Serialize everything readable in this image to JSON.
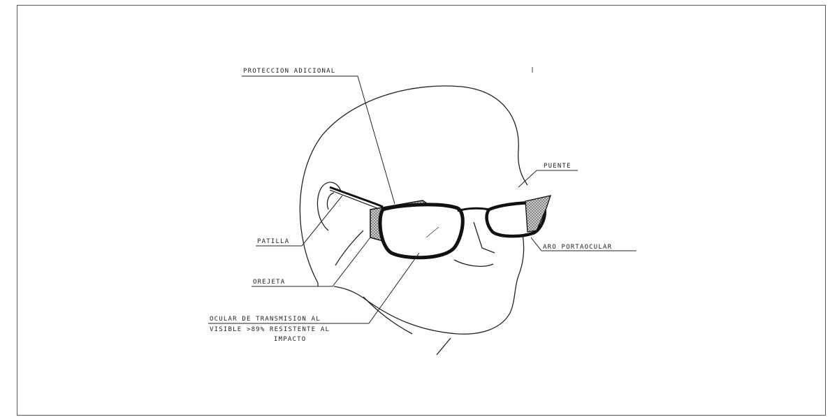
{
  "labels": {
    "proteccion": "PROTECCION ADICIONAL",
    "puente": "PUENTE",
    "patilla": "PATILLA",
    "aro": "ARO PORTAOCULAR",
    "orejeta": "OREJETA",
    "ocular_line1": "OCULAR DE TRANSMISION AL",
    "ocular_line2": "VISIBLE >89% RESISTENTE AL",
    "ocular_line3": "IMPACTO"
  }
}
